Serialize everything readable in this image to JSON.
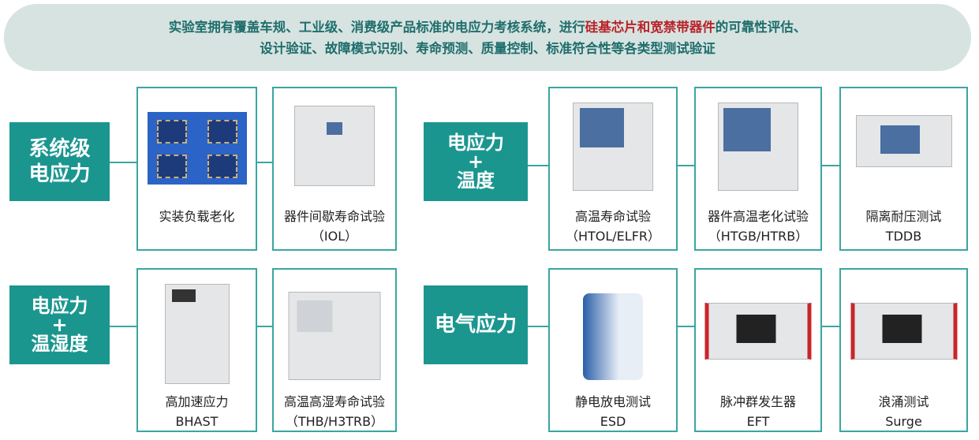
{
  "header": {
    "line1_a": "实验室拥有覆盖车规、工业级、消费级产品标准的电应力考核系统，进行",
    "line1_red": "硅基芯片和宽禁带器件",
    "line1_b": "的可靠性评估、",
    "line2": "设计验证、故障模式识别、寿命预测、质量控制、标准符合性等各类型测试验证"
  },
  "colors": {
    "accent": "#1a968f",
    "header_text": "#1f6e6c",
    "highlight": "#b8242a",
    "banner_bg": "#d7e3e1"
  },
  "categories": [
    {
      "label": "系统级\n电应力",
      "tests": [
        {
          "label": "实装负载老化"
        },
        {
          "label": "器件间歇寿命试验\n（IOL）"
        }
      ]
    },
    {
      "label": "电应力\n+\n温度",
      "tests": [
        {
          "label": "高温寿命试验\n（HTOL/ELFR）"
        },
        {
          "label": "器件高温老化试验\n（HTGB/HTRB）"
        },
        {
          "label": "隔离耐压测试\nTDDB"
        }
      ]
    },
    {
      "label": "电应力\n+\n温湿度",
      "tests": [
        {
          "label": "高加速应力\nBHAST"
        },
        {
          "label": "高温高湿寿命试验\n（THB/H3TRB）"
        }
      ]
    },
    {
      "label": "电气应力",
      "tests": [
        {
          "label": "静电放电测试\nESD"
        },
        {
          "label": "脉冲群发生器\nEFT"
        },
        {
          "label": "浪涌测试\nSurge"
        }
      ]
    }
  ]
}
